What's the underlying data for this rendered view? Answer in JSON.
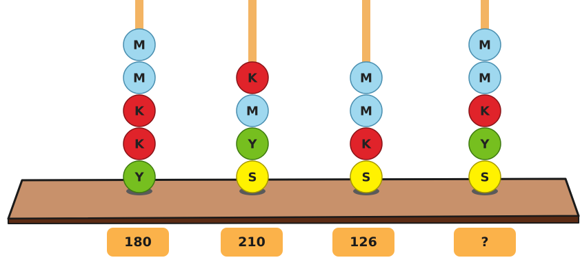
{
  "colors": {
    "rod": "#f3b463",
    "board_top": "#c8916b",
    "board_edge": "#5b2b14",
    "label_bg": "#fbb24a",
    "bead_M": "#9fd8ef",
    "bead_K": "#e0232a",
    "bead_Y": "#76bf1f",
    "bead_S": "#fff200"
  },
  "rods": [
    {
      "beads_top_to_bottom": [
        "M",
        "M",
        "K",
        "K",
        "Y"
      ],
      "label": "180"
    },
    {
      "beads_top_to_bottom": [
        "K",
        "M",
        "Y",
        "S"
      ],
      "label": "210"
    },
    {
      "beads_top_to_bottom": [
        "M",
        "M",
        "K",
        "S"
      ],
      "label": "126"
    },
    {
      "beads_top_to_bottom": [
        "M",
        "M",
        "K",
        "Y",
        "S"
      ],
      "label": "?"
    }
  ]
}
